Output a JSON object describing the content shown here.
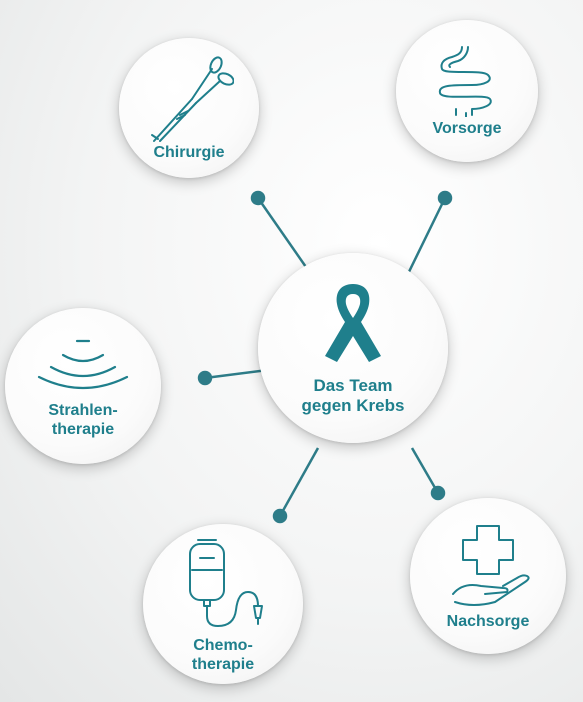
{
  "colors": {
    "accent": "#1f7f8c",
    "line": "#2e7c88"
  },
  "center": {
    "label": "Das Team\ngegen Krebs",
    "icon": "awareness-ribbon-icon"
  },
  "nodes": {
    "chirurgie": {
      "label": "Chirurgie",
      "icon": "surgical-clamp-icon"
    },
    "vorsorge": {
      "label": "Vorsorge",
      "icon": "intestine-icon"
    },
    "strahlentherapie": {
      "label": "Strahlen-\ntherapie",
      "icon": "radiation-waves-icon"
    },
    "chemotherapie": {
      "label": "Chemo-\ntherapie",
      "icon": "iv-drip-bag-icon"
    },
    "nachsorge": {
      "label": "Nachsorge",
      "icon": "hand-with-cross-icon"
    }
  }
}
